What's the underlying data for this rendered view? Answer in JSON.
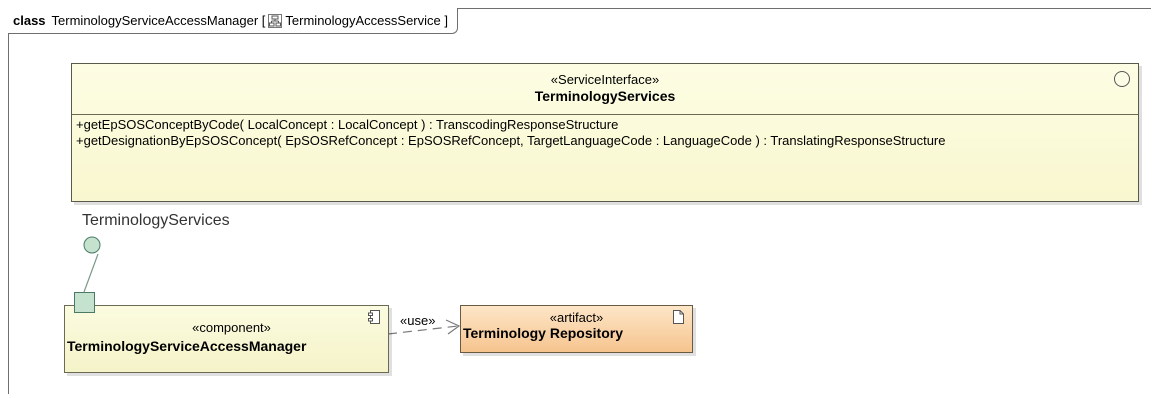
{
  "frame": {
    "keyword": "class",
    "title": "TerminologyServiceAccessManager [",
    "context": "TerminologyAccessService ]"
  },
  "interface": {
    "stereotype": "«ServiceInterface»",
    "name": "TerminologyServices",
    "operations": [
      "+getEpSOSConceptByCode( LocalConcept : LocalConcept ) : TranscodingResponseStructure",
      "+getDesignationByEpSOSConcept( EpSOSRefConcept : EpSOSRefConcept, TargetLanguageCode : LanguageCode ) : TranslatingResponseStructure"
    ]
  },
  "provided_interface_label": "TerminologyServices",
  "component": {
    "stereotype": "«component»",
    "name": "TerminologyServiceAccessManager"
  },
  "dependency": {
    "label": "«use»"
  },
  "artifact": {
    "stereotype": "«artifact»",
    "name": "Terminology Repository"
  },
  "colors": {
    "interface_fill": "#f9f7cf",
    "component_fill": "#f5f3c8",
    "artifact_fill": "#f6c48e",
    "port_fill": "#c5e2cf",
    "line": "#7a7a7a"
  }
}
